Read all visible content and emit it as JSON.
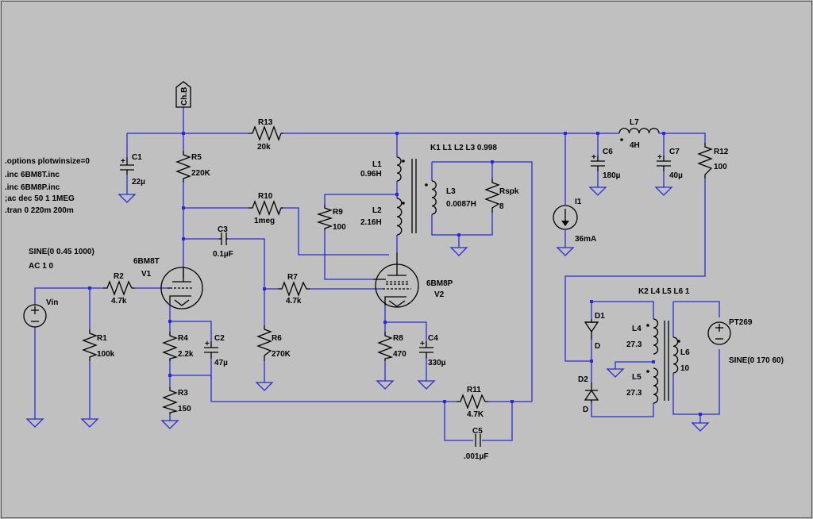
{
  "directives": [
    ".options plotwinsize=0",
    ".inc 6BM8T.inc",
    ".inc 6BM8P.inc",
    ";ac dec 50 1 1MEG",
    ".tran 0 220m 200m"
  ],
  "source_vin": {
    "spec": "SINE(0 0.45 1000)",
    "ac": "AC 1 0",
    "name": "Vin"
  },
  "flag": "Ch.B",
  "components": {
    "R1": {
      "name": "R1",
      "value": "100k"
    },
    "R2": {
      "name": "R2",
      "value": "4.7k"
    },
    "R3": {
      "name": "R3",
      "value": "150"
    },
    "R4": {
      "name": "R4",
      "value": "2.2k"
    },
    "R5": {
      "name": "R5",
      "value": "220K"
    },
    "R6": {
      "name": "R6",
      "value": "270K"
    },
    "R7": {
      "name": "R7",
      "value": "4.7k"
    },
    "R8": {
      "name": "R8",
      "value": "470"
    },
    "R9": {
      "name": "R9",
      "value": "100"
    },
    "R10": {
      "name": "R10",
      "value": "1meg"
    },
    "R11": {
      "name": "R11",
      "value": "4.7K"
    },
    "R12": {
      "name": "R12",
      "value": "100"
    },
    "R13": {
      "name": "R13",
      "value": "20k"
    },
    "Rspk": {
      "name": "Rspk",
      "value": "8"
    },
    "C1": {
      "name": "C1",
      "value": "22µ"
    },
    "C2": {
      "name": "C2",
      "value": "47µ"
    },
    "C3": {
      "name": "C3",
      "value": "0.1µF"
    },
    "C4": {
      "name": "C4",
      "value": "330µ"
    },
    "C5": {
      "name": "C5",
      "value": ".001µF"
    },
    "C6": {
      "name": "C6",
      "value": "180µ"
    },
    "C7": {
      "name": "C7",
      "value": "40µ"
    },
    "L1": {
      "name": "L1",
      "value": "0.96H"
    },
    "L2": {
      "name": "L2",
      "value": "2.16H"
    },
    "L3": {
      "name": "L3",
      "value": "0.0087H"
    },
    "L4": {
      "name": "L4",
      "value": "27.3"
    },
    "L5": {
      "name": "L5",
      "value": "27.3"
    },
    "L6": {
      "name": "L6",
      "value": "10"
    },
    "L7": {
      "name": "L7",
      "value": "4H"
    },
    "V1": {
      "model": "6BM8T",
      "name": "V1"
    },
    "V2": {
      "model": "6BM8P",
      "name": "V2"
    },
    "D1": {
      "name": "D1",
      "value": "D"
    },
    "D2": {
      "name": "D2",
      "value": "D"
    },
    "I1": {
      "name": "I1",
      "value": "36mA"
    },
    "PT269": {
      "name": "PT269",
      "spec": "SINE(0 170 60)"
    }
  },
  "couplings": {
    "k1": "K1 L1 L2 L3 0.998",
    "k2": "K2 L4 L5 L6 1"
  },
  "colors": {
    "background": "#c0c0c0",
    "wire": "#2a2ad8",
    "symbol": "#000000"
  }
}
